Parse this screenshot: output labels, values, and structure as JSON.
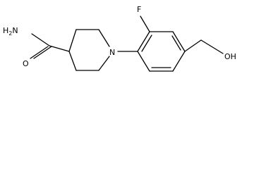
{
  "molecule": {
    "atoms": {
      "amide_nitrogen": "H2N",
      "carbonyl_oxygen": "O",
      "ring_nitrogen": "N",
      "fluorine": "F",
      "hydroxyl": "OH"
    }
  }
}
